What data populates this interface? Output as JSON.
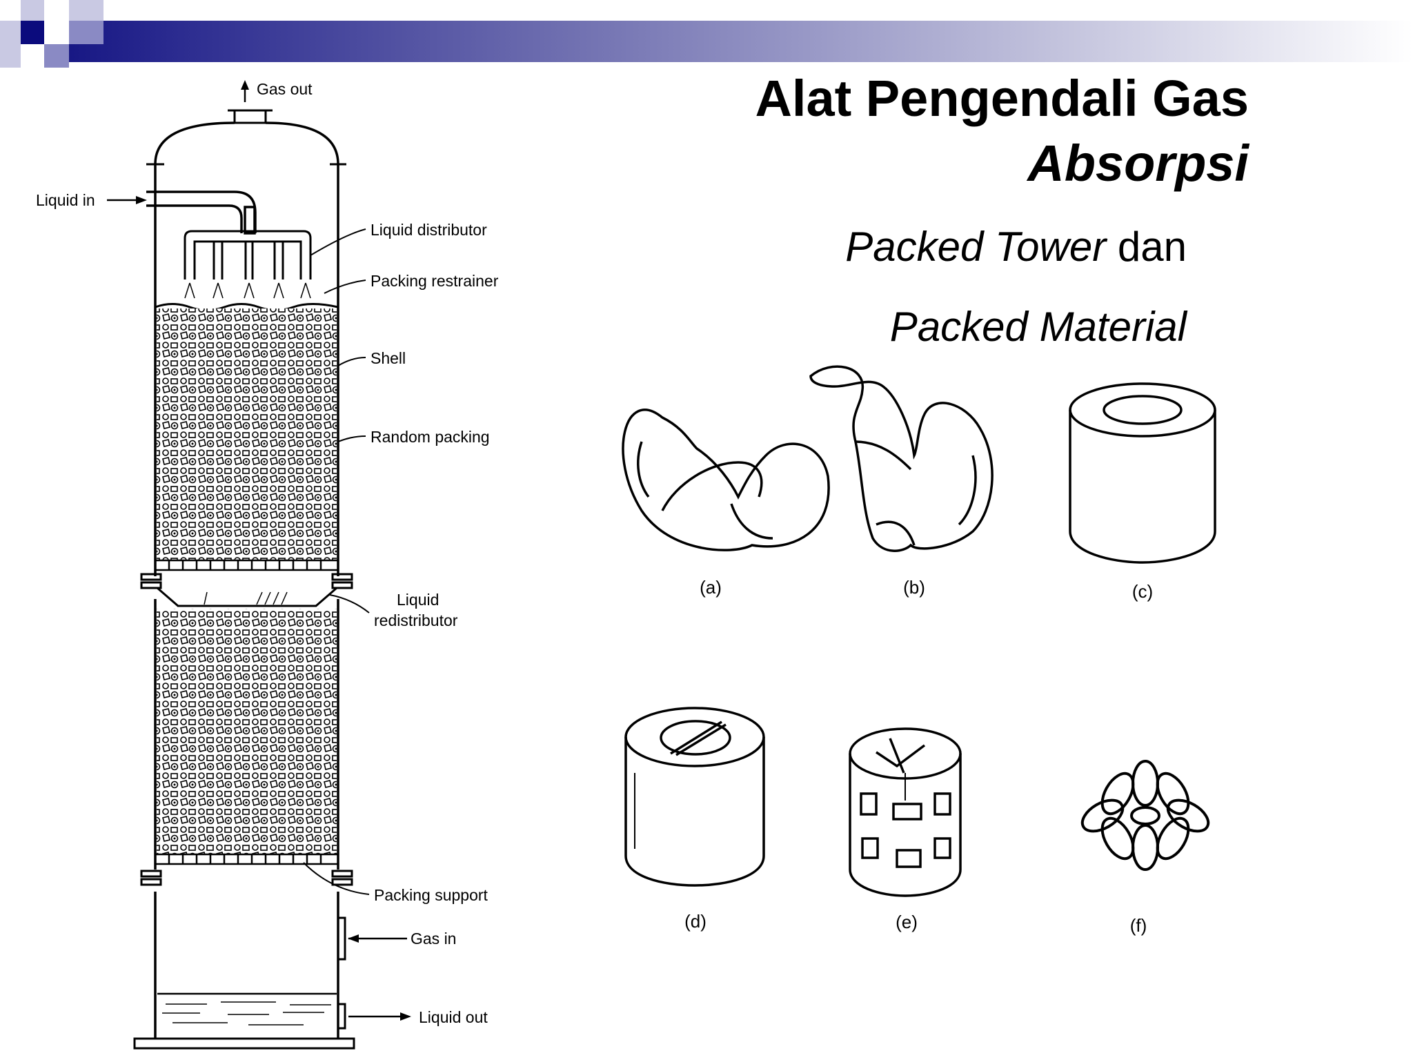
{
  "slide": {
    "title_line1": "Alat Pengendali Gas",
    "title_line2": "Absorpsi",
    "subtitle_line1_italic": "Packed Tower",
    "subtitle_line1_plain": " dan",
    "subtitle_line2": "Packed Material"
  },
  "tower": {
    "gas_out": "Gas out",
    "liquid_in": "Liquid in",
    "liquid_distributor": "Liquid distributor",
    "packing_restrainer": "Packing restrainer",
    "shell": "Shell",
    "random_packing": "Random packing",
    "liquid_redistributor_1": "Liquid",
    "liquid_redistributor_2": "redistributor",
    "packing_support": "Packing support",
    "gas_in": "Gas in",
    "liquid_out": "Liquid out"
  },
  "packings": {
    "a": "(a)",
    "b": "(b)",
    "c": "(c)",
    "d": "(d)",
    "e": "(e)",
    "f": "(f)"
  },
  "colors": {
    "header_dark": "#0b0b7d",
    "header_light": "#8a8ac4"
  }
}
